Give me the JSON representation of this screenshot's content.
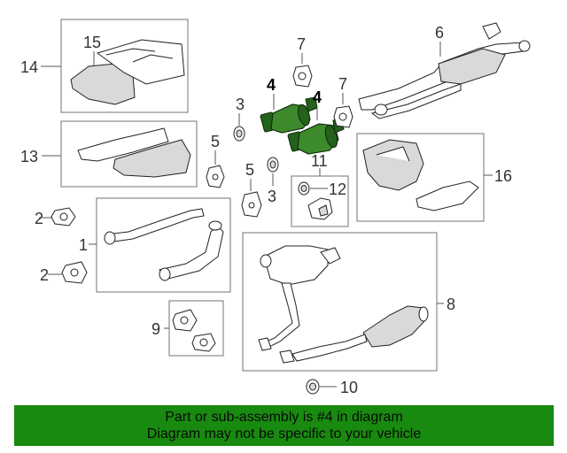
{
  "callouts": {
    "n1": "1",
    "n2a": "2",
    "n2b": "2",
    "n3a": "3",
    "n3b": "3",
    "n4a": "4",
    "n4b": "4",
    "n5a": "5",
    "n5b": "5",
    "n6": "6",
    "n7a": "7",
    "n7b": "7",
    "n8": "8",
    "n9": "9",
    "n10": "10",
    "n11": "11",
    "n12": "12",
    "n13": "13",
    "n14": "14",
    "n15": "15",
    "n16": "16"
  },
  "highlight": {
    "part_number": "4",
    "color": "#3c8a2c"
  },
  "banner": {
    "line1": "Part or sub-assembly is #4 in diagram",
    "line2": "Diagram may not be specific to your vehicle",
    "color": "#188a0f"
  }
}
